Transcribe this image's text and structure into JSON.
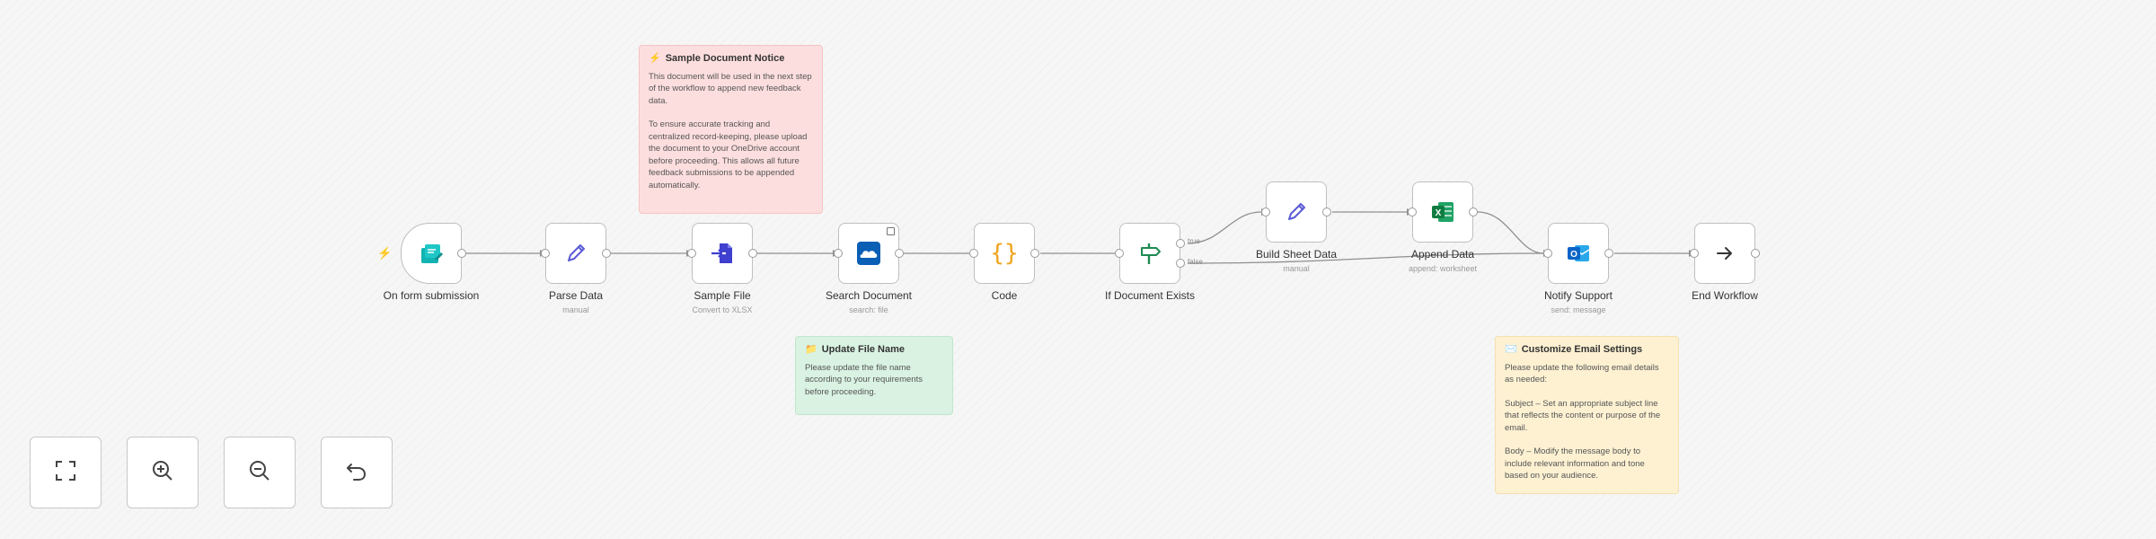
{
  "nodes": [
    {
      "id": "trigger",
      "label": "On form submission",
      "subtitle": "",
      "icon": "form-icon",
      "color": "#13b3b3"
    },
    {
      "id": "parse",
      "label": "Parse Data",
      "subtitle": "manual",
      "icon": "pencil-icon",
      "color": "#5b5bd6"
    },
    {
      "id": "sample",
      "label": "Sample File",
      "subtitle": "Convert to XLSX",
      "icon": "file-convert-icon",
      "color": "#3f3fd0"
    },
    {
      "id": "search",
      "label": "Search Document",
      "subtitle": "search: file",
      "icon": "onedrive-icon",
      "color": "#0b5fb5"
    },
    {
      "id": "code",
      "label": "Code",
      "subtitle": "",
      "icon": "code-braces-icon",
      "color": "#f0a31d"
    },
    {
      "id": "ifexists",
      "label": "If Document Exists",
      "subtitle": "",
      "icon": "signpost-icon",
      "color": "#1f8a52"
    },
    {
      "id": "build",
      "label": "Build Sheet Data",
      "subtitle": "manual",
      "icon": "pencil-icon",
      "color": "#5b5bd6"
    },
    {
      "id": "append",
      "label": "Append Data",
      "subtitle": "append: worksheet",
      "icon": "excel-icon",
      "color": "#1d6f42"
    },
    {
      "id": "notify",
      "label": "Notify Support",
      "subtitle": "send: message",
      "icon": "outlook-icon",
      "color": "#0a64c8"
    },
    {
      "id": "end",
      "label": "End Workflow",
      "subtitle": "",
      "icon": "arrow-right-icon",
      "color": "#333333"
    }
  ],
  "branch_labels": {
    "true": "true",
    "false": "false"
  },
  "stickies": {
    "sample_notice": {
      "title": "Sample Document Notice",
      "emoji": "⚡",
      "paragraphs": [
        "This document will be used in the next step of the workflow to append new feedback data.",
        "To ensure accurate tracking and centralized record-keeping, please upload the document to your OneDrive account before proceeding. This allows all future feedback submissions to be appended automatically."
      ],
      "color": "#fddede"
    },
    "update_file": {
      "title": "Update File Name",
      "emoji": "📁",
      "paragraphs": [
        "Please update the file name according to your requirements before proceeding."
      ],
      "color": "#d9f2e1"
    },
    "email_settings": {
      "title": "Customize Email Settings",
      "emoji": "✉️",
      "paragraphs": [
        "Please update the following email details as needed:",
        "Subject – Set an appropriate subject line that reflects the content or purpose of the email.",
        "Body – Modify the message body to include relevant information and tone based on your audience."
      ],
      "color": "#fdf1d2"
    }
  },
  "controls": [
    {
      "name": "fit-view-button",
      "icon": "fullscreen-icon"
    },
    {
      "name": "zoom-in-button",
      "icon": "zoom-in-icon"
    },
    {
      "name": "zoom-out-button",
      "icon": "zoom-out-icon"
    },
    {
      "name": "undo-button",
      "icon": "undo-icon"
    }
  ],
  "trigger_marker": "⚡"
}
